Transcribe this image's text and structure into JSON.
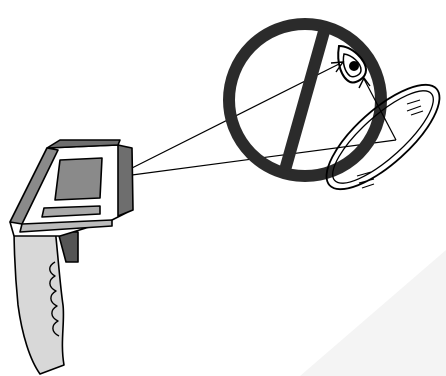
{
  "figure": {
    "subject": "infrared-thermometer-laser-eye-warning",
    "symbol": "prohibition-sign",
    "depicts": [
      "infrared-thermometer",
      "laser-beams",
      "eye",
      "reflective-surface"
    ]
  },
  "colors": {
    "outline": "#000000",
    "body": "#ffffff",
    "handle-light": "#d8d8d8",
    "screen": "#8a8a8a",
    "housing-dark": "#6e6e6e",
    "stripe": "#a9a9a9",
    "trigger": "#555555",
    "prohibition-sign": "#2b2b2b",
    "paper-shadow": "#f4f4f4"
  }
}
